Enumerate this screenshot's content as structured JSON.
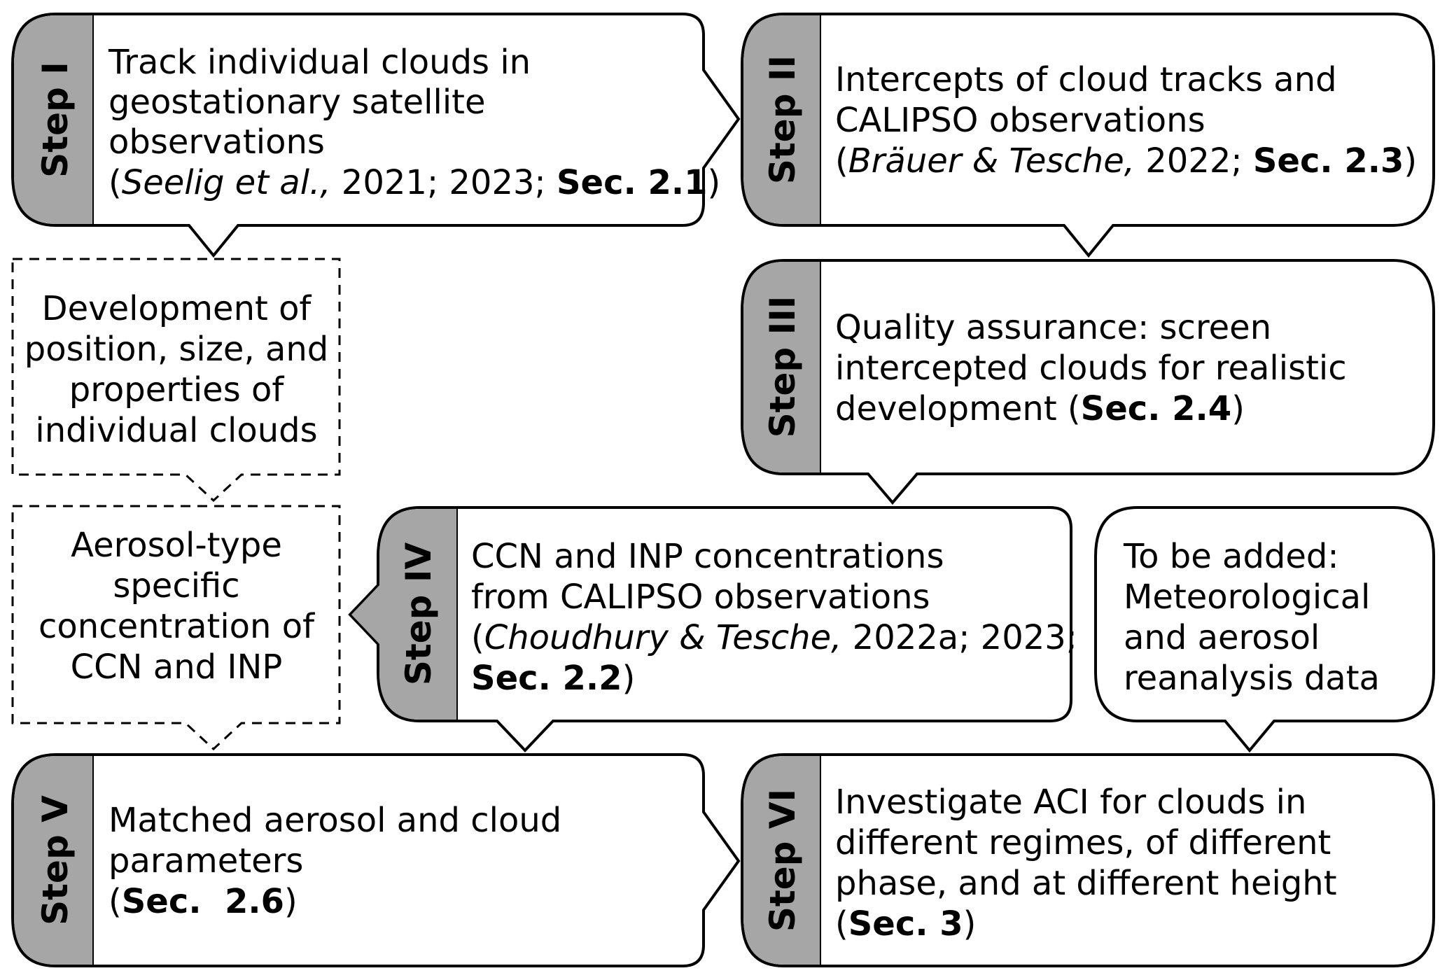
{
  "step1": {
    "label": "Step I",
    "line1": "Track individual clouds in",
    "line2": "geostationary satellite",
    "line3": "observations",
    "line4_open": "(",
    "line4_italic": "Seelig et al.,",
    "line4_mid": " 2021; 2023; ",
    "line4_bold": "Sec. 2.1",
    "line4_close": ")"
  },
  "step2": {
    "label": "Step II",
    "line1": "Intercepts of cloud tracks and",
    "line2": "CALIPSO observations",
    "line3_open": "(",
    "line3_italic": "Bräuer & Tesche,",
    "line3_mid": " 2022; ",
    "line3_bold": "Sec. 2.3",
    "line3_close": ")"
  },
  "step3": {
    "label": "Step III",
    "line1": "Quality assurance: screen",
    "line2": "intercepted clouds for realistic",
    "line3_pre": "development (",
    "line3_bold": "Sec. 2.4",
    "line3_close": ")"
  },
  "step4": {
    "label": "Step IV",
    "line1": "CCN and INP concentrations",
    "line2": "from CALIPSO observations",
    "line3_open": "(",
    "line3_italic": "Choudhury & Tesche,",
    "line3_mid": " 2022a; 2023;",
    "line4_bold": "Sec. 2.2",
    "line4_close": ")"
  },
  "step5": {
    "label": "Step V",
    "line1": "Matched aerosol and cloud",
    "line2": "parameters",
    "line3_open": "(",
    "line3_bold": "Sec.  2.6",
    "line3_close": ")"
  },
  "step6": {
    "label": "Step VI",
    "line1": "Investigate ACI for clouds in",
    "line2": "different regimes, of different",
    "line3": "phase, and at different height",
    "line4_open": "(",
    "line4_bold": "Sec. 3",
    "line4_close": ")"
  },
  "dev_box": {
    "lines": [
      "Development of",
      "position, size, and",
      "properties of",
      "individual clouds"
    ]
  },
  "aerosol_box": {
    "lines": [
      "Aerosol-type",
      "specific",
      "concentration of",
      "CCN and INP"
    ]
  },
  "tobeadded_box": {
    "lines": [
      "To be added:",
      "Meteorological",
      "and aerosol",
      "reanalysis data"
    ]
  },
  "colors": {
    "label_fill": "#a6a6a6",
    "stroke": "#000000",
    "box_fill": "#ffffff"
  }
}
